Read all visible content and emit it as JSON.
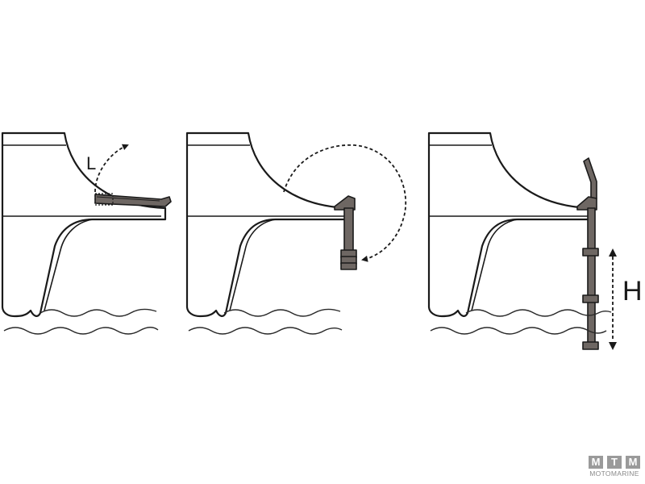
{
  "labels": {
    "length": "L",
    "height": "H"
  },
  "logo": {
    "letters": [
      "M",
      "T",
      "M"
    ],
    "brand": "MOTOMARINE"
  },
  "colors": {
    "outline": "#1a1a1a",
    "ladder_fill": "#6e6763",
    "logo_gray": "#9a9a9a"
  }
}
